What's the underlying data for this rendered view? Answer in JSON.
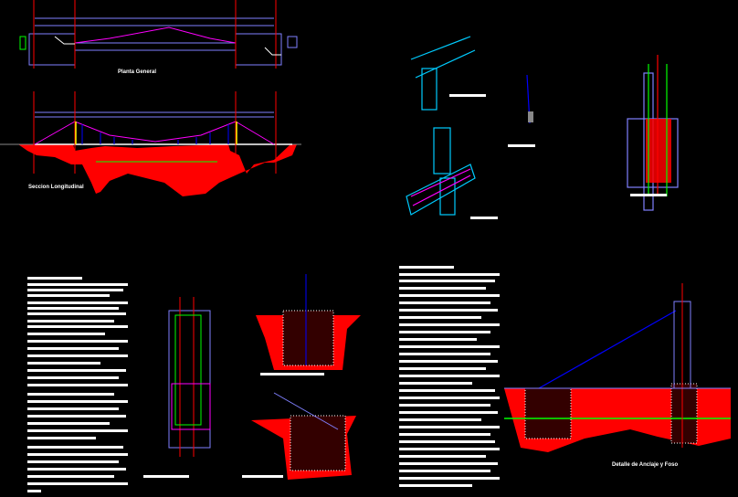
{
  "drawing": {
    "titles": {
      "plan": "Planta General",
      "section": "Seccion Longitudinal",
      "anchor_detail": "Detalle de Anclaje y Foso"
    },
    "colors": {
      "background": "#000000",
      "terrain": "#ff0000",
      "cable": "#ff00ff",
      "structure": "#8080ff",
      "hanger": "#0000ff",
      "tower": "#ffff00",
      "accent": "#00ff00",
      "notes": "#ffffff",
      "column": "#00ccff"
    }
  }
}
